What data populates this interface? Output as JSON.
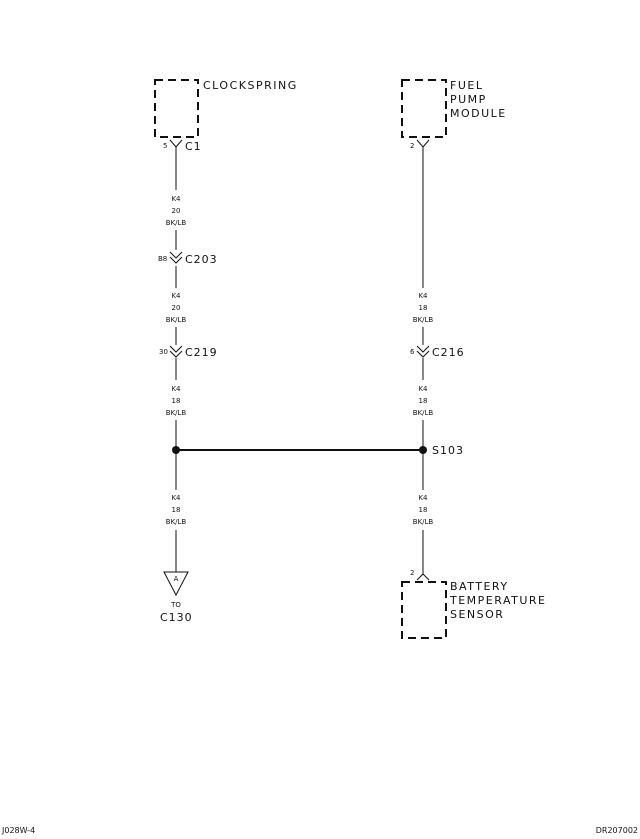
{
  "components": {
    "clockspring": {
      "name": "CLOCKSPRING",
      "connector": "C1",
      "pin": "5"
    },
    "fuel_pump_module": {
      "name_lines": [
        "FUEL",
        "PUMP",
        "MODULE"
      ],
      "pin": "2"
    },
    "battery_temperature_sensor": {
      "name_lines": [
        "BATTERY",
        "TEMPERATURE",
        "SENSOR"
      ],
      "pin": "2"
    }
  },
  "inline_connectors": {
    "c203": {
      "name": "C203",
      "pin": "B8"
    },
    "c219": {
      "name": "C219",
      "pin": "30"
    },
    "c216": {
      "name": "C216",
      "pin": "6"
    }
  },
  "splice": {
    "name": "S103"
  },
  "wires": {
    "left_1": [
      "K4",
      "20",
      "BK/LB"
    ],
    "left_2": [
      "K4",
      "20",
      "BK/LB"
    ],
    "left_3": [
      "K4",
      "18",
      "BK/LB"
    ],
    "left_4": [
      "K4",
      "18",
      "BK/LB"
    ],
    "right_1": [
      "K4",
      "18",
      "BK/LB"
    ],
    "right_2": [
      "K4",
      "18",
      "BK/LB"
    ],
    "right_3": [
      "K4",
      "18",
      "BK/LB"
    ]
  },
  "off_page": {
    "letter": "A",
    "to_label": "TO",
    "destination": "C130"
  },
  "footer": {
    "left_code": "J028W-4",
    "right_code": "DR207002"
  }
}
